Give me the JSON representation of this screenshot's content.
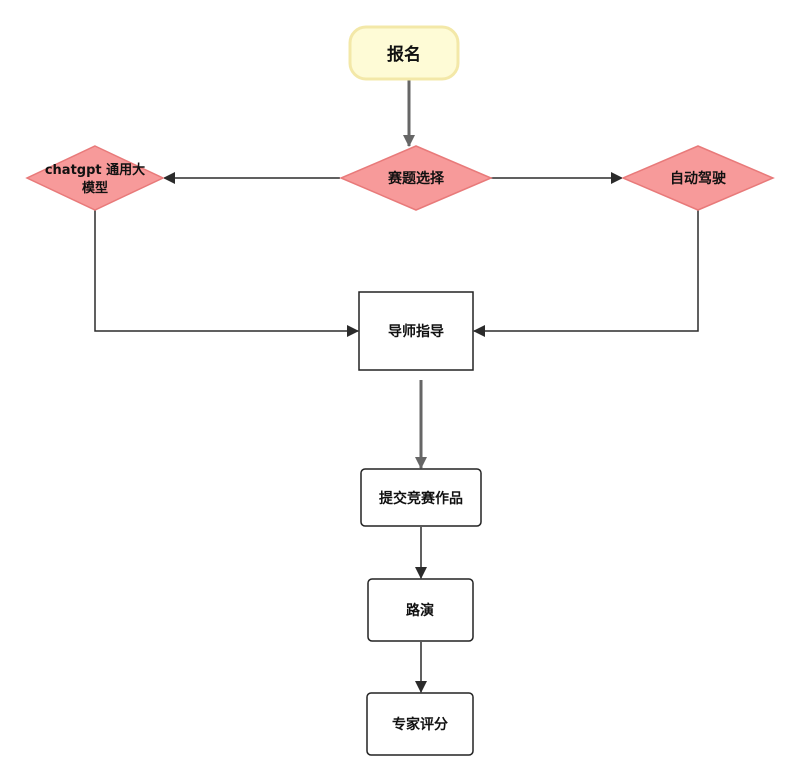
{
  "colors": {
    "start_fill": "#fefbd6",
    "start_stroke": "#f3e8a8",
    "diamond_fill": "#f79a9a",
    "diamond_stroke": "#e87a7a",
    "box_fill": "#ffffff",
    "box_stroke": "#222222",
    "edge_gray": "#666666",
    "edge_dark": "#2b2b2b",
    "text": "#111111"
  },
  "nodes": {
    "signup": {
      "label": "报名",
      "shape": "rounded-rect"
    },
    "topic_choice": {
      "label": "赛题选择",
      "shape": "diamond"
    },
    "chatgpt": {
      "label_line1": "chatgpt 通用大",
      "label_line2": "模型",
      "shape": "diamond"
    },
    "autonomous_driving": {
      "label": "自动驾驶",
      "shape": "diamond"
    },
    "mentor": {
      "label": "导师指导",
      "shape": "rect"
    },
    "submit": {
      "label": "提交竞赛作品",
      "shape": "rect"
    },
    "roadshow": {
      "label": "路演",
      "shape": "rect"
    },
    "expert_review": {
      "label": "专家评分",
      "shape": "rect"
    }
  },
  "edges": [
    {
      "from": "signup",
      "to": "topic_choice",
      "color": "gray"
    },
    {
      "from": "topic_choice",
      "to": "chatgpt",
      "color": "dark"
    },
    {
      "from": "topic_choice",
      "to": "autonomous_driving",
      "color": "dark"
    },
    {
      "from": "chatgpt",
      "to": "mentor",
      "color": "dark"
    },
    {
      "from": "autonomous_driving",
      "to": "mentor",
      "color": "dark"
    },
    {
      "from": "mentor",
      "to": "submit",
      "color": "gray"
    },
    {
      "from": "submit",
      "to": "roadshow",
      "color": "dark"
    },
    {
      "from": "roadshow",
      "to": "expert_review",
      "color": "dark"
    }
  ]
}
